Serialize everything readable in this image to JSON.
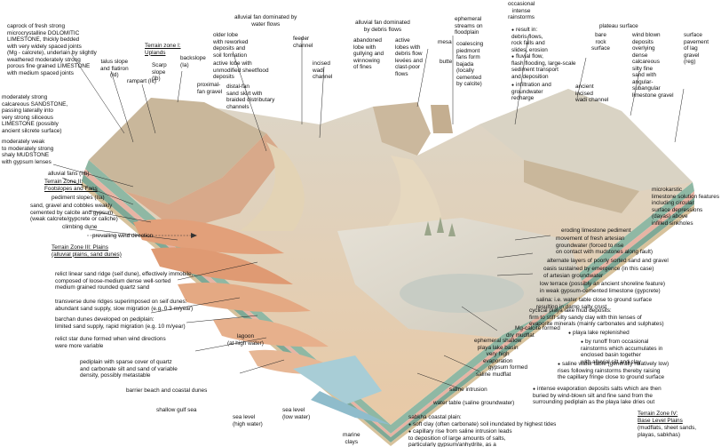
{
  "labels": {
    "caprock": "caprock of fresh strong\nmicrocrystalline DOLOMITIC\nLIMESTONE, thickly bedded\nwith very widely spaced joints\n(Mg - calcrete), underlain by slightly\nweathered moderately strong\nporous fine grained LIMESTONE\nwith medium spaced joints",
    "talus": "talus slope\nand flatiron\n(Id)",
    "rampart": "rampart (Ic)",
    "zone1": "Terrain zone I:\nUplands",
    "scarp": "Scarp\nslope\n(Ib)",
    "backslope": "backslope\n(Ia)",
    "older_lobe": "older lobe\nwith reworked\ndeposits and\nsoil formation",
    "fan_water": "alluvial fan dominated by\nwater flows",
    "feeder": "feeder\nchannel",
    "active_lobe": "active lobe with\nunmodified sheetflood\ndeposits",
    "proximal": "proximal-\nfan gravel",
    "distal": "distal-fan\nsand skirt with\nbraided distributary\nchannels",
    "incised_wadi": "incised\nwadi\nchannel",
    "fan_debris": "alluvial fan dominated\nby debris flows",
    "abandoned": "abandoned\nlobe with\ngullying and\nwinnowing\nof fines",
    "active_debris": "active\nlobes with\ndebris flow\nlevées and\nclast-poor\nflows",
    "mesa": "mesa",
    "butte": "butte",
    "ephemeral": "ephemeral\nstreams on\nfloodplain",
    "coalescing": "coalescing\npiedmont\nfans form\nbajada\n(locally\ncemented\nby calcite)",
    "occasional": "occasional\nintense\nrainstorms",
    "result_in": "result in:\ndebris flows,\nrock falls and\nslides, erosion",
    "fluvial": "fluvial flow,\nflash flooding, large-scale\nsediment transport\nand deposition",
    "infiltration": "infiltration and\ngroundwater\nrecharge",
    "ancient_wadi": "ancient\nincised\nwadi channel",
    "plateau": "plateau surface",
    "bare_rock": "bare\nrock\nsurface",
    "wind_blown": "wind blown\ndeposits\noverlying\ndense\ncalcareous\nsilty fine\nsand with\nangular-\nsubangular\nlimestone gravel",
    "pavement": "surface\npavement\nof lag\ngravel\n(reg)",
    "sandstone": "moderately strong\ncalcareous SANDSTONE,\npassing laterally into\nvery strong siliceous\nLIMESTONE (possibly\nancient silcrete surface)",
    "mudstone": "moderately weak\nto moderately strong\nshaly MUDSTONE\nwith gypsum lenses",
    "alluvial_fans": "alluvial fans (IIb)",
    "zone2": "Terrain Zone II:\nFootslopes and Fans",
    "pediment": "pediment slopes (IIa)",
    "sand_gravel": "sand, gravel and cobbles weakly\ncemented by calcite and gypsum\n(weak calcrete/gypcrete or caliche)",
    "climbing": "climbing dune",
    "prevailing": "prevailing wind direction",
    "zone3": "Terrain Zone III: Plains\n(alluvial plains, sand dunes)",
    "relict_linear": "relict linear sand ridge (seif dune), effectively immobile,\ncomposed of loose-medium dense well-sorted\nmedium grained rounded quartz sand",
    "transverse": "transverse dune ridges superimposed on seif dunes:\nabundant sand supply, slow migration (e.g. 0.3 m/year)",
    "barchan": "barchan dunes developed on pediplain:\nlimited sand supply, rapid migration (e.g. 10 m/year)",
    "relict_star": "relict star dune formed when wind directions\nwere more variable",
    "pediplain": "pediplain with sparse cover of quartz\nand carbonate silt and sand of variable\ndensity, possibly metastable",
    "barrier": "barrier beach and coastal dunes",
    "lagoon": "lagoon\n(at high water)",
    "gulf": "shallow gulf sea",
    "sea_high": "sea level\n(high water)",
    "sea_low": "sea level\n(low water)",
    "marine": "marine\nclays",
    "microkarstic": "microkarstic\nlimestone solution features\nincluding circular\nsurface depressions\n(dayas) above\ninfilled sinkholes",
    "eroding": "eroding limestone pediment",
    "movement": "movement of fresh artesian\ngroundwater (forced to rise\non contact with mudstones along fault)",
    "alternate": "alternate layers of poorly sorted sand and gravel",
    "oasis": "oasis sustained by emergence (in this case)\nof artesian groundwater",
    "low_terrace": "low terrace (possibly an ancient shoreline feature)\nin weak gypsum-cemented limestone (gypcrete)",
    "salina": "salina: i.e. water table close to ground surface\nresulting in damp salty crust",
    "cyclical": "cyclical playa lake mud deposits:\nfirm to stiff silty sandy clay with thin lenses of\nevaporite minerals (mainly carbonates and sulphates)",
    "playa_replenished": "playa lake replenished",
    "mg_calcite": "Mg-calcite formed",
    "dry_mudflat": "dry mudflat",
    "runoff": "by runoff from occasional\nrainstorms which accumulates in\nenclosed basin together\nwith alluvial silt and clay",
    "playa_basin": "ephemeral shallow\nplaya lake basin\nvery high\nevaporation",
    "saline_water": "saline water table (generally relatively low)\nrises following rainstorms thereby raising\nthe capillary fringe close to ground surface",
    "gypsum": "gypsum formed",
    "saline_mudflat": "saline mudflat",
    "intense_evap": "intense evaporation deposits salts which are then\nburied by wind-blown silt and fine sand from the\nsurrounding pediplain as the playa lake dries out",
    "saline_intrusion": "saline intrusion",
    "water_table": "water table (saline groundwater)",
    "sabkha": "sabkha coastal plain:",
    "soft_clay": "soft clay (often carbonate) soil inundated by highest tides",
    "capillary": "capillary rise from saline intrusion leads\nto deposition of large amounts of salts,\nparticularly gypsum/anhydrite, as a\nsurface crust",
    "zone4": "Terrain Zone IV:\nBase Level Plains",
    "zone4_sub": "(mudflats, sheet sands,\nplayas, sabkhas)"
  },
  "colors": {
    "sand": "#e8c9a6",
    "dune": "#e2a07a",
    "plateau": "#d9d3c4",
    "cliff": "#c9b79b",
    "basin": "#d8d4c7",
    "sea": "#9cc3d0",
    "strata_green": "#8fb8a4",
    "strata_pink": "#e7b4a4",
    "strata_tan": "#d7c29c"
  }
}
